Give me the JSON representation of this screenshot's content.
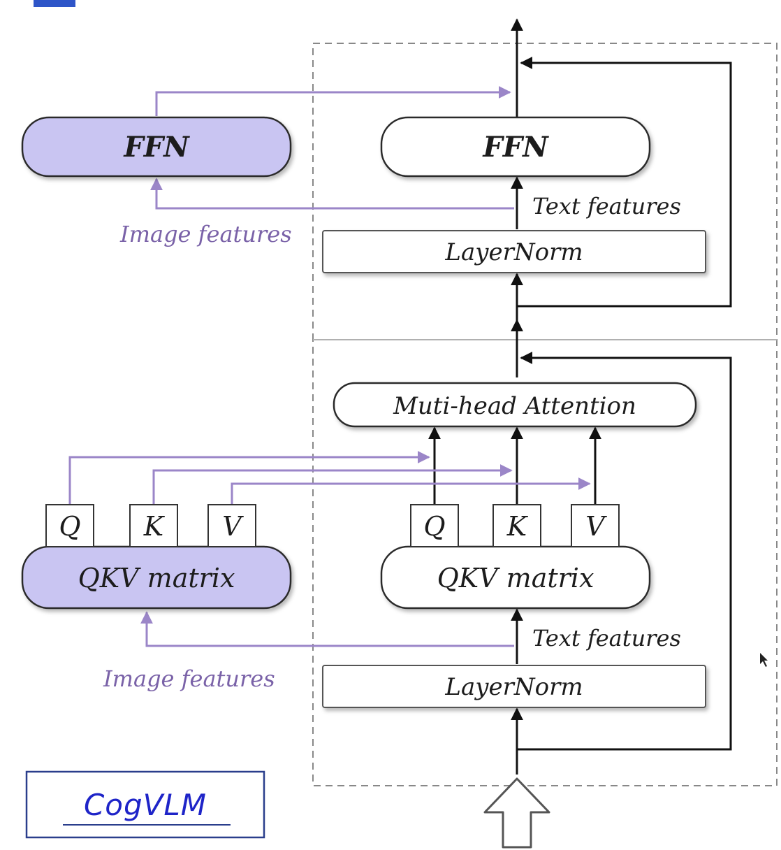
{
  "diagram": {
    "logo": "CogVLM",
    "ffn_block": {
      "expert_ffn_label": "FFN",
      "text_ffn_label": "FFN",
      "layernorm_label": "LayerNorm",
      "text_features_label": "Text features",
      "image_features_label": "Image features"
    },
    "attention_block": {
      "attention_label": "Muti-head Attention",
      "expert_qkv_label": "QKV matrix",
      "text_qkv_label": "QKV matrix",
      "expert_q": "Q",
      "expert_k": "K",
      "expert_v": "V",
      "text_q": "Q",
      "text_k": "K",
      "text_v": "V",
      "layernorm_label": "LayerNorm",
      "text_features_label": "Text features",
      "image_features_label": "Image features"
    },
    "colors": {
      "expert_fill": "#c9c5f2",
      "image_path": "#9b86c8",
      "image_text": "#7a62a8",
      "logo": "#1e24c8"
    }
  }
}
